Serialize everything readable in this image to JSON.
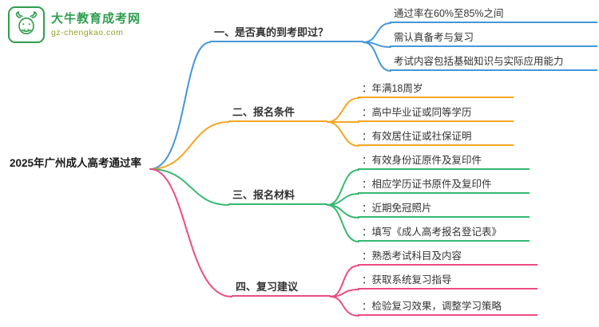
{
  "logo": {
    "title": "大牛教育成考网",
    "domain": "gz-chengkao.com",
    "brand_color": "#2e9e4f"
  },
  "root": {
    "label": "2025年广州成人高考通过率"
  },
  "branches": [
    {
      "label": "一、是否真的到考即过？",
      "color": "#4597d8",
      "children": [
        "通过率在60%至85%之间",
        "需认真备考与复习",
        "考试内容包括基础知识与实际应用能力"
      ]
    },
    {
      "label": "二、报名条件",
      "color": "#f6a623",
      "children": [
        "：年满18周岁",
        "：高中毕业证或同等学历",
        "：有效居住证或社保证明"
      ]
    },
    {
      "label": "三、报名材料",
      "color": "#35b96f",
      "children": [
        "：有效身份证原件及复印件",
        "：相应学历证书原件及复印件",
        "：近期免冠照片",
        "：填写《成人高考报名登记表》"
      ]
    },
    {
      "label": "四、复习建议",
      "color": "#ed4c85",
      "children": [
        "：熟悉考试科目及内容",
        "：获取系统复习指导",
        "：检验复习效果，调整学习策略"
      ]
    }
  ]
}
